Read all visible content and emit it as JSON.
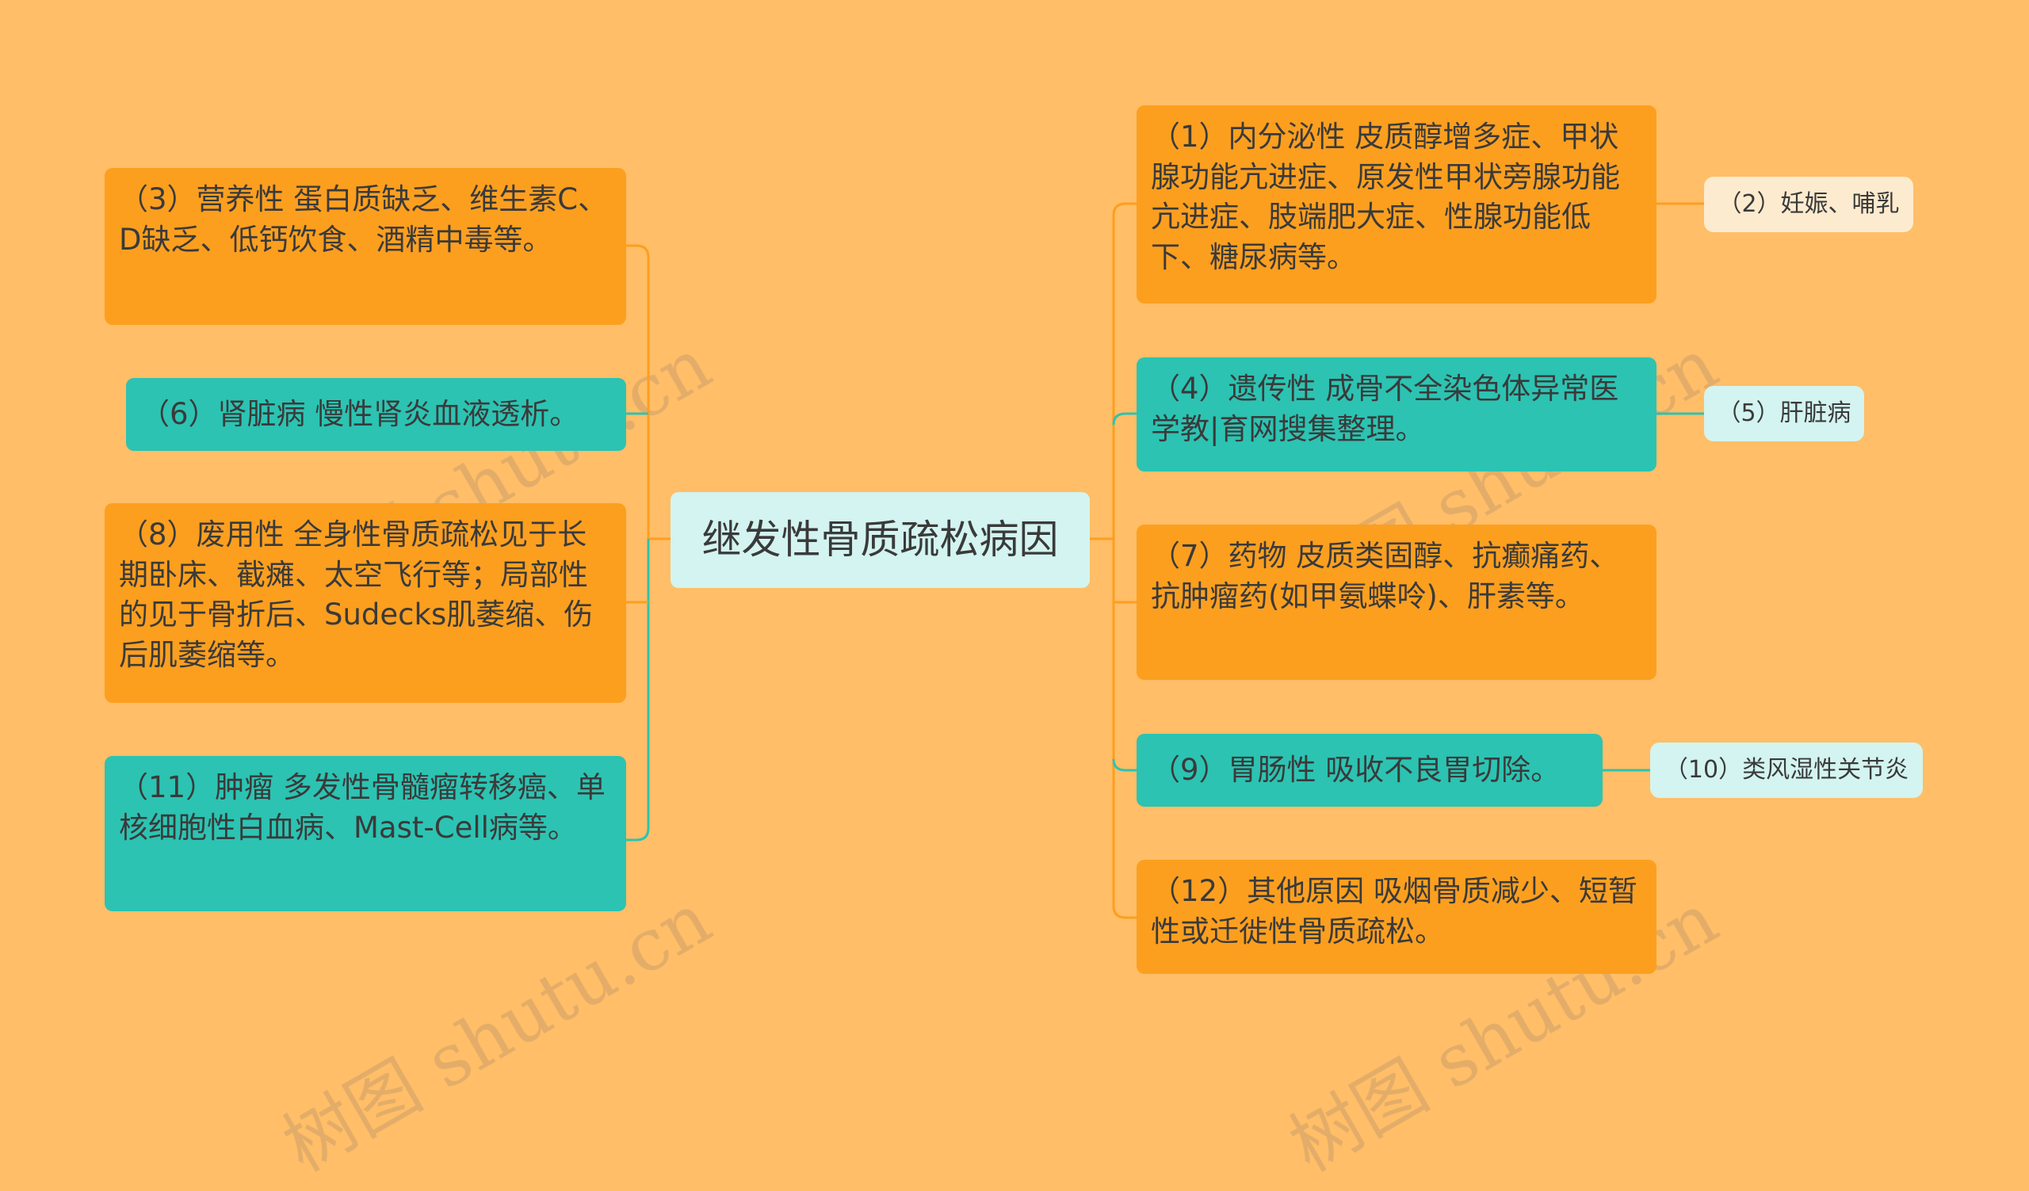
{
  "root": {
    "label": "继发性骨质疏松病因"
  },
  "left": [
    {
      "id": "n3",
      "text": "（3）营养性 蛋白质缺乏、维生素C、D缺乏、低钙饮食、酒精中毒等。",
      "color": "orange"
    },
    {
      "id": "n6",
      "text": "（6）肾脏病 慢性肾炎血液透析。",
      "color": "teal"
    },
    {
      "id": "n8",
      "text": "（8）废用性 全身性骨质疏松见于长期卧床、截瘫、太空飞行等；局部性的见于骨折后、Sudecks肌萎缩、伤后肌萎缩等。",
      "color": "orange"
    },
    {
      "id": "n11",
      "text": "（11）肿瘤 多发性骨髓瘤转移癌、单核细胞性白血病、Mast-Cell病等。",
      "color": "teal"
    }
  ],
  "right": [
    {
      "id": "n1",
      "text": "（1）内分泌性 皮质醇增多症、甲状腺功能亢进症、原发性甲状旁腺功能亢进症、肢端肥大症、性腺功能低下、糖尿病等。",
      "color": "orange",
      "child": {
        "text": "（2）妊娠、哺乳"
      }
    },
    {
      "id": "n4",
      "text": "（4）遗传性 成骨不全染色体异常医学教|育网搜集整理。",
      "color": "teal",
      "child": {
        "text": "（5）肝脏病"
      }
    },
    {
      "id": "n7",
      "text": "（7）药物 皮质类固醇、抗癫痛药、抗肿瘤药(如甲氨蝶呤)、肝素等。",
      "color": "orange"
    },
    {
      "id": "n9",
      "text": "（9）胃肠性 吸收不良胃切除。",
      "color": "teal",
      "child": {
        "text": "（10）类风湿性关节炎"
      }
    },
    {
      "id": "n12",
      "text": "（12）其他原因 吸烟骨质减少、短暂性或迁徙性骨质疏松。",
      "color": "orange"
    }
  ],
  "watermark": "树图 shutu.cn",
  "colors": {
    "background": "#ffbe67",
    "orange": "#fc9f1f",
    "teal": "#2cc3b2",
    "root_bg": "#d3f4f0",
    "cream": "#fdebcf"
  }
}
